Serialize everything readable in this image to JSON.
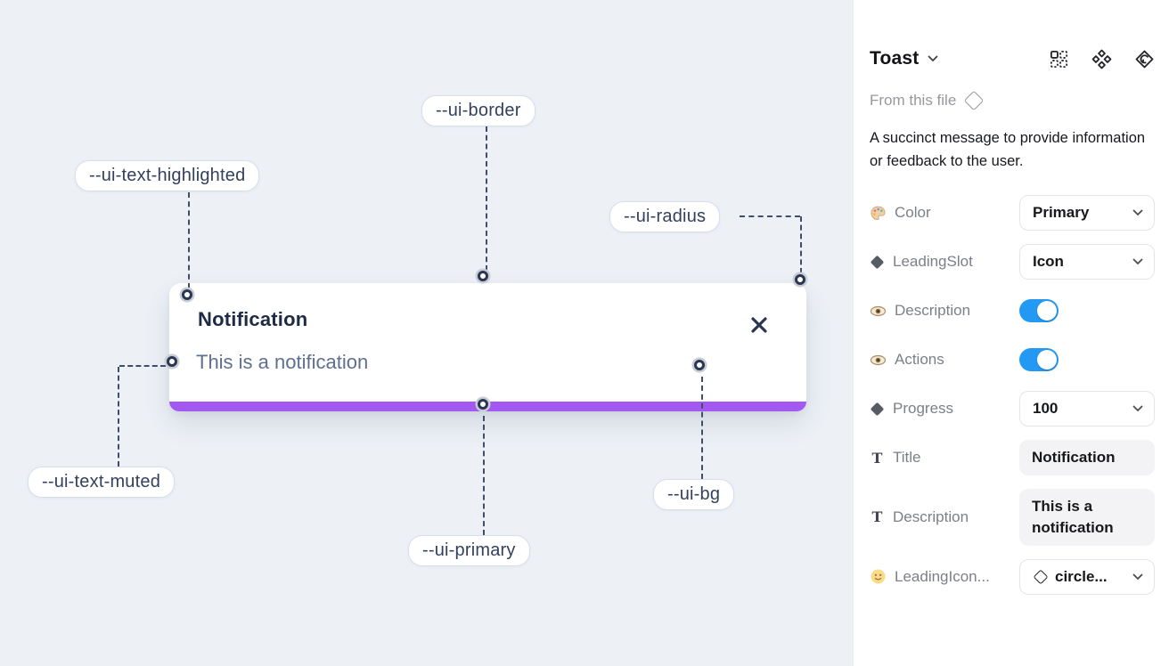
{
  "canvas": {
    "toast": {
      "title": "Notification",
      "description": "This is a notification"
    },
    "labels": [
      {
        "id": "ui-border",
        "text": "--ui-border"
      },
      {
        "id": "ui-text-highlighted",
        "text": "--ui-text-highlighted"
      },
      {
        "id": "ui-radius",
        "text": "--ui-radius"
      },
      {
        "id": "ui-text-muted",
        "text": "--ui-text-muted"
      },
      {
        "id": "ui-primary",
        "text": "--ui-primary"
      },
      {
        "id": "ui-bg",
        "text": "--ui-bg"
      }
    ],
    "colors": {
      "canvas_bg": "#edf1f6",
      "primary_bar": "#a458f2",
      "connector": "#414e6b"
    }
  },
  "panel": {
    "header": {
      "title": "Toast",
      "icons": [
        "component-grid-icon",
        "component-icon",
        "instance-swap-icon"
      ]
    },
    "source": {
      "label": "From this file",
      "icon": "diamond-outline-icon"
    },
    "description": "A succinct message to provide information or feedback to the user.",
    "properties": [
      {
        "label": "Color",
        "icon": "palette-icon",
        "type": "dropdown",
        "value": "Primary"
      },
      {
        "label": "LeadingSlot",
        "icon": "diamond-icon",
        "type": "dropdown",
        "value": "Icon"
      },
      {
        "label": "Description",
        "icon": "eye-icon",
        "type": "toggle",
        "on": true
      },
      {
        "label": "Actions",
        "icon": "eye-icon",
        "type": "toggle",
        "on": true
      },
      {
        "label": "Progress",
        "icon": "diamond-icon",
        "type": "dropdown",
        "value": "100"
      },
      {
        "label": "Title",
        "icon": "text-icon",
        "type": "text",
        "value": "Notification"
      },
      {
        "label": "Description",
        "icon": "text-icon",
        "type": "text",
        "value": "This is a notification"
      },
      {
        "label": "LeadingIcon...",
        "icon": "smiley-icon",
        "type": "icon-dropdown",
        "value": "circle..."
      }
    ],
    "colors": {
      "toggle_on": "#2499f4"
    }
  }
}
